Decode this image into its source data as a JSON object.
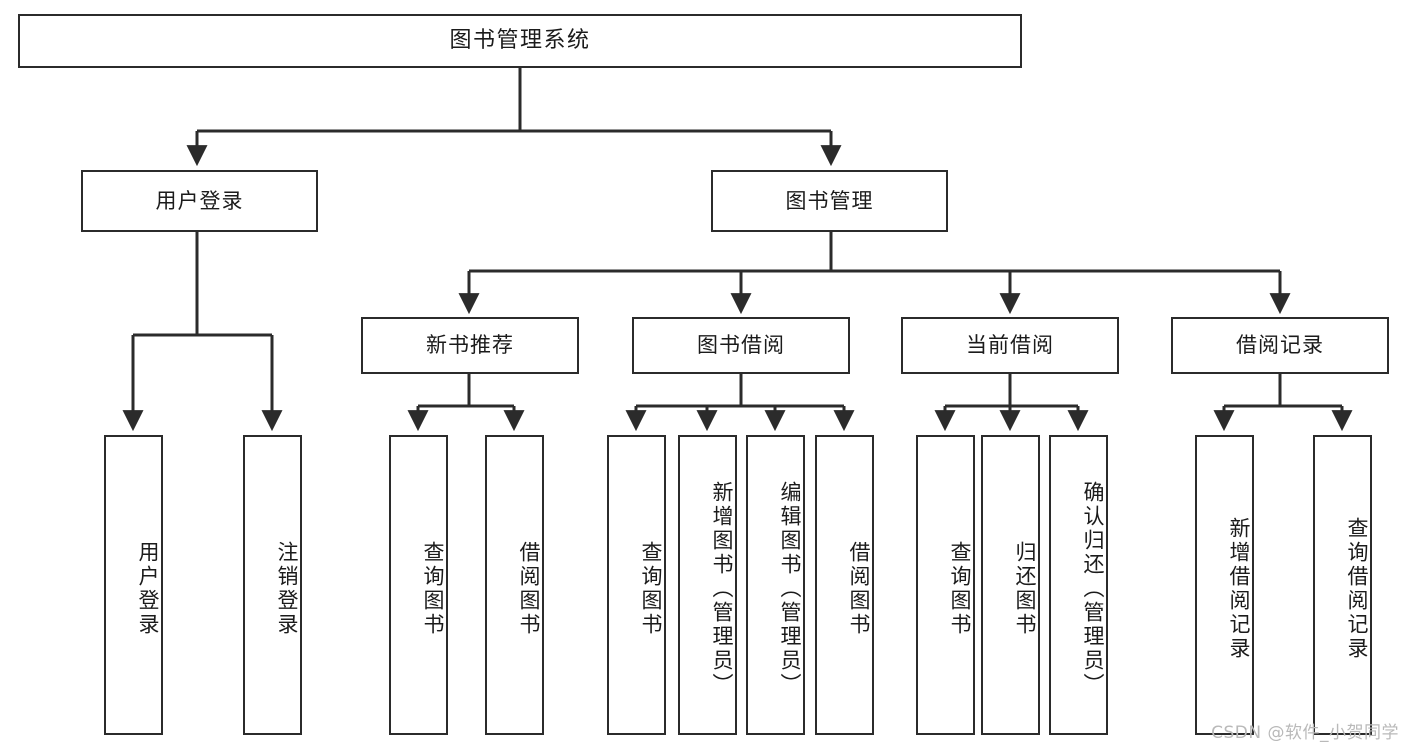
{
  "diagram": {
    "title": "图书管理系统",
    "type": "tree-hierarchy",
    "watermark": "CSDN @软件_小贺同学",
    "colors": {
      "box_border": "#2b2b2b",
      "box_fill": "#ffffff",
      "connector": "#2b2b2b",
      "text": "#1b1b1b",
      "watermark": "#b9b9b9"
    }
  },
  "root": {
    "label": "图书管理系统"
  },
  "level2": [
    {
      "label": "用户登录"
    },
    {
      "label": "图书管理"
    }
  ],
  "level3": [
    {
      "label": "新书推荐"
    },
    {
      "label": "图书借阅"
    },
    {
      "label": "当前借阅"
    },
    {
      "label": "借阅记录"
    }
  ],
  "leaves": {
    "user_login": [
      {
        "label": "用户登录"
      },
      {
        "label": "注销登录"
      }
    ],
    "new_book": [
      {
        "label": "查询图书"
      },
      {
        "label": "借阅图书"
      }
    ],
    "borrow": [
      {
        "label": "查询图书"
      },
      {
        "label": "新增图书（管理员）"
      },
      {
        "label": "编辑图书（管理员）"
      },
      {
        "label": "借阅图书"
      }
    ],
    "current": [
      {
        "label": "查询图书"
      },
      {
        "label": "归还图书"
      },
      {
        "label": "确认归还（管理员）"
      }
    ],
    "records": [
      {
        "label": "新增借阅记录"
      },
      {
        "label": "查询借阅记录"
      }
    ]
  }
}
